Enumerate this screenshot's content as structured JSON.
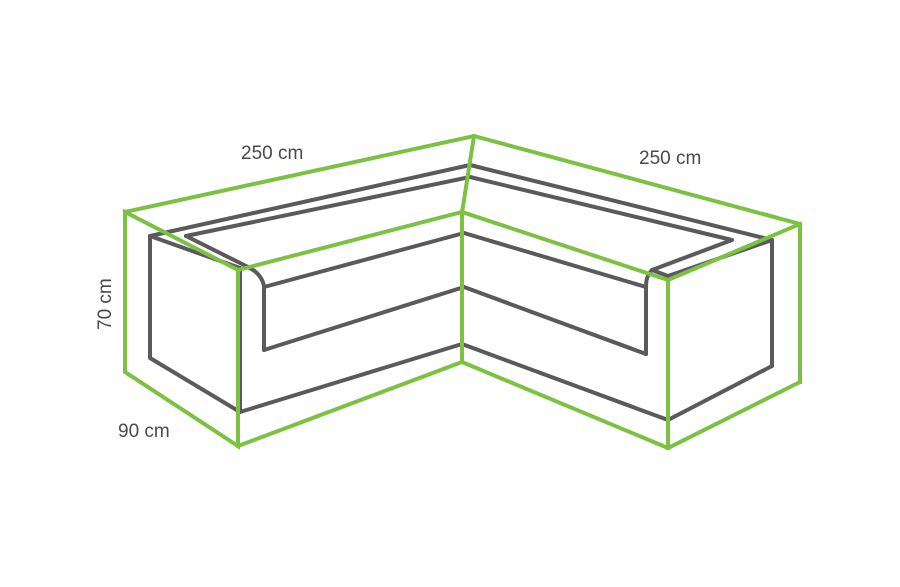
{
  "dimensions": {
    "length_left": "250 cm",
    "length_right": "250 cm",
    "height": "70 cm",
    "depth": "90 cm"
  },
  "colors": {
    "cover_outline": "#7cc242",
    "sofa_outline": "#5a5a5c",
    "label_text": "#4a4a4a",
    "background": "#ffffff"
  }
}
